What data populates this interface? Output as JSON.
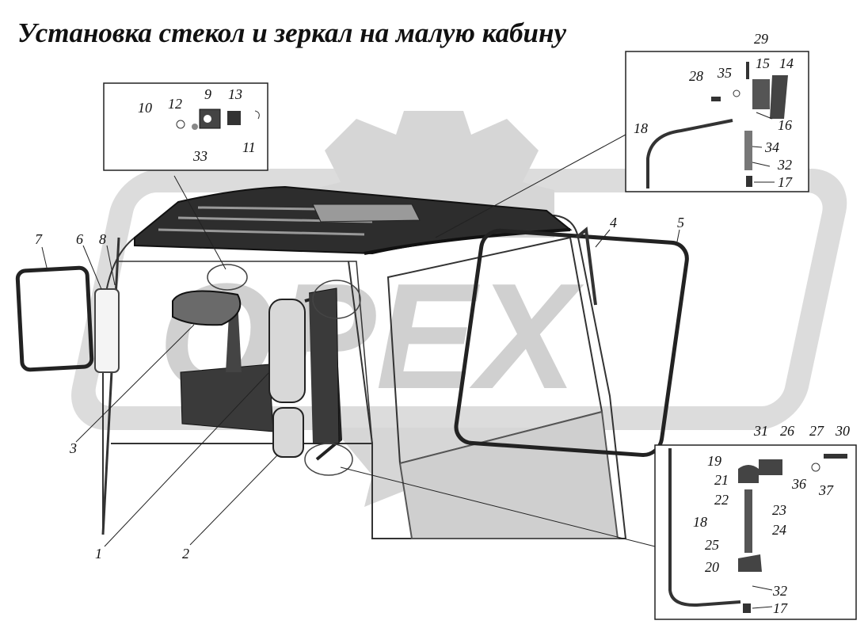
{
  "title": "Установка стекол и зеркал на малую кабину",
  "watermark": {
    "text": "OPEX",
    "color": "#d6d6d6"
  },
  "labels": {
    "l1": "1",
    "l2": "2",
    "l3": "3",
    "l4": "4",
    "l5": "5",
    "l6": "6",
    "l7": "7",
    "l8": "8",
    "l9": "9",
    "l10": "10",
    "l11": "11",
    "l12": "12",
    "l13": "13",
    "l14": "14",
    "l15": "15",
    "l16": "16",
    "l17a": "17",
    "l17b": "17",
    "l18a": "18",
    "l18b": "18",
    "l19": "19",
    "l20": "20",
    "l21": "21",
    "l22": "22",
    "l23": "23",
    "l24": "24",
    "l25": "25",
    "l26": "26",
    "l27": "27",
    "l28": "28",
    "l29": "29",
    "l30": "30",
    "l31": "31",
    "l32a": "32",
    "l32b": "32",
    "l33": "33",
    "l34": "34",
    "l35": "35",
    "l36": "36",
    "l37": "37"
  }
}
